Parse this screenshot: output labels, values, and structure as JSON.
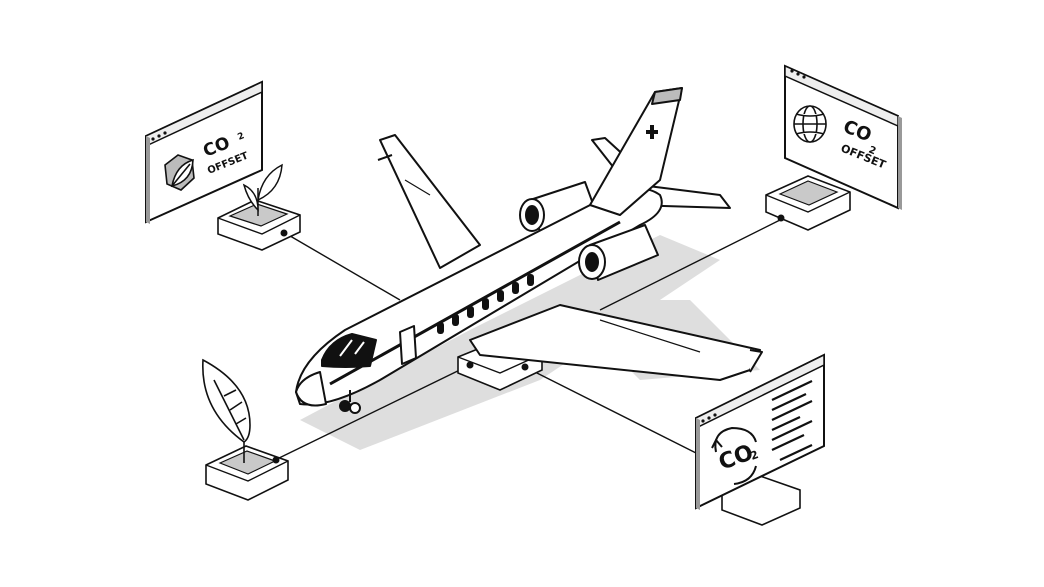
{
  "colors": {
    "ink": "#111111",
    "shadow": "#d9d9d9",
    "pad_fill": "#c9c9c9",
    "background": "#ffffff"
  },
  "panels": {
    "top_left": {
      "co2": "CO",
      "sub": "2",
      "offset": "OFFSET",
      "icon": "leaf-hexagon-icon"
    },
    "top_right": {
      "co2": "CO",
      "sub": "2",
      "offset": "OFFSET",
      "icon": "globe-icon"
    },
    "bottom_right": {
      "co2": "CO",
      "sub": "2",
      "icon": "recycle-co2-icon"
    }
  },
  "nodes": [
    "sprout-node",
    "globe-node",
    "leaf-node",
    "co2-node",
    "aircraft-hub-node"
  ],
  "aircraft": {
    "icon": "private-jet-icon",
    "tail_mark": "cross-icon"
  }
}
